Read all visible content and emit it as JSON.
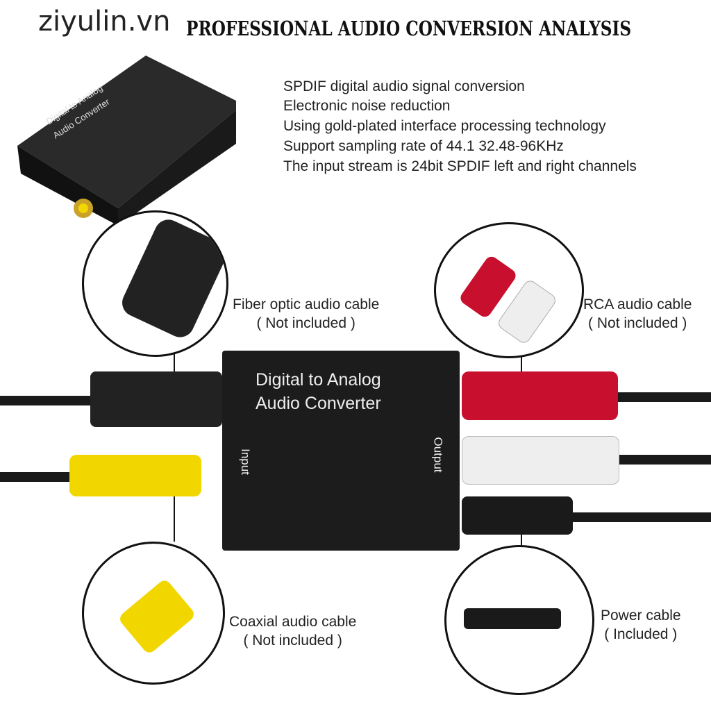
{
  "watermark": "ziyulin.vn",
  "title": "PROFESSIONAL AUDIO CONVERSION ANALYSIS",
  "features": [
    "SPDIF digital audio signal conversion",
    "Electronic noise reduction",
    "Using gold-plated interface processing technology",
    "Support sampling rate of 44.1 32.48-96KHz",
    "The input stream is 24bit SPDIF left and right channels"
  ],
  "device": {
    "line1": "Digital  to Analog",
    "line2": "Audio Converter",
    "input": "Input",
    "output": "Output"
  },
  "callouts": {
    "fiber": {
      "name": "Fiber optic audio cable",
      "note": "( Not included )"
    },
    "rca": {
      "name": "RCA audio cable",
      "note": "( Not included )"
    },
    "coaxial": {
      "name": "Coaxial audio cable",
      "note": "( Not included )"
    },
    "power": {
      "name": "Power cable",
      "note": "( Included )"
    }
  },
  "colors": {
    "red": "#c8102e",
    "yellow": "#f2d600",
    "white": "#f0f0f0",
    "device": "#1c1c1c"
  }
}
